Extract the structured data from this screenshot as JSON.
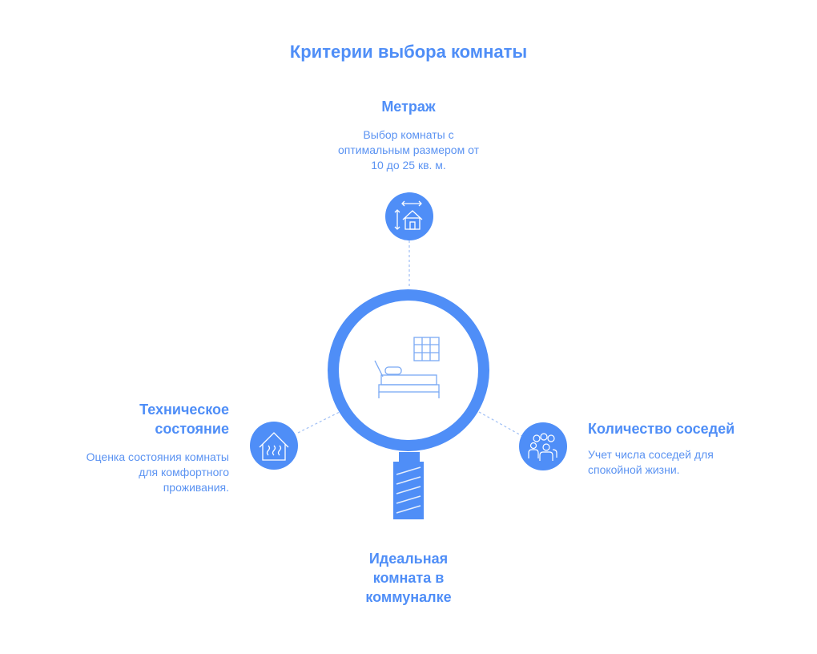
{
  "title": "Критерии выбора комнаты",
  "center_label": {
    "line1": "Идеальная",
    "line2": "комната в",
    "line3": "коммуналке"
  },
  "nodes": {
    "top": {
      "heading": "Метраж",
      "desc_line1": "Выбор комнаты с",
      "desc_line2": "оптимальным размером от",
      "desc_line3": "10 до 25 кв. м.",
      "icon": "room-size-icon"
    },
    "left": {
      "heading_line1": "Техническое",
      "heading_line2": "состояние",
      "desc_line1": "Оценка состояния комнаты",
      "desc_line2": "для комфортного",
      "desc_line3": "проживания.",
      "icon": "house-heating-icon"
    },
    "right": {
      "heading": "Количество соседей",
      "desc_line1": "Учет числа соседей для",
      "desc_line2": "спокойной жизни.",
      "icon": "neighbors-icon"
    }
  },
  "colors": {
    "primary": "#4f8ef7",
    "text": "#5b93f2",
    "connector": "#9fbff5"
  }
}
